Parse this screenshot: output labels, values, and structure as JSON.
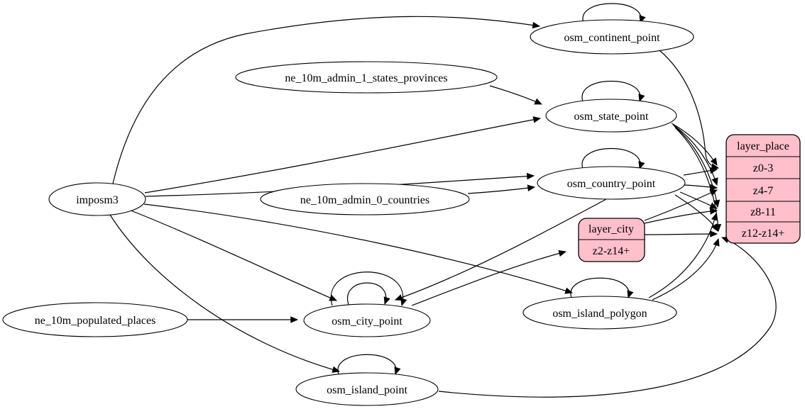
{
  "diagram": {
    "kind": "graphviz-etl-graph",
    "background": "#ffffff"
  },
  "colors": {
    "record_fill": "#ffc0cb",
    "node_fill": "#ffffff",
    "edge": "#000000",
    "text": "#000000"
  },
  "nodes": {
    "imposm3": {
      "type": "ellipse",
      "label": "imposm3"
    },
    "ne_10m_admin_1_states_provinces": {
      "type": "ellipse",
      "label": "ne_10m_admin_1_states_provinces"
    },
    "ne_10m_admin_0_countries": {
      "type": "ellipse",
      "label": "ne_10m_admin_0_countries"
    },
    "ne_10m_populated_places": {
      "type": "ellipse",
      "label": "ne_10m_populated_places"
    },
    "osm_continent_point": {
      "type": "ellipse",
      "label": "osm_continent_point"
    },
    "osm_state_point": {
      "type": "ellipse",
      "label": "osm_state_point"
    },
    "osm_country_point": {
      "type": "ellipse",
      "label": "osm_country_point"
    },
    "osm_city_point": {
      "type": "ellipse",
      "label": "osm_city_point"
    },
    "osm_island_point": {
      "type": "ellipse",
      "label": "osm_island_point"
    },
    "osm_island_polygon": {
      "type": "ellipse",
      "label": "osm_island_polygon"
    },
    "layer_city": {
      "type": "record",
      "title": "layer_city",
      "rows": [
        "z2-z14+"
      ]
    },
    "layer_place": {
      "type": "record",
      "title": "layer_place",
      "rows": [
        "z0-3",
        "z4-7",
        "z8-11",
        "z12-z14+"
      ]
    }
  },
  "edges": [
    {
      "from": "imposm3",
      "to": "osm_continent_point"
    },
    {
      "from": "imposm3",
      "to": "osm_state_point"
    },
    {
      "from": "imposm3",
      "to": "osm_country_point"
    },
    {
      "from": "imposm3",
      "to": "osm_city_point"
    },
    {
      "from": "imposm3",
      "to": "osm_island_point"
    },
    {
      "from": "imposm3",
      "to": "osm_island_polygon"
    },
    {
      "from": "ne_10m_admin_1_states_provinces",
      "to": "osm_state_point"
    },
    {
      "from": "ne_10m_admin_0_countries",
      "to": "osm_country_point"
    },
    {
      "from": "ne_10m_populated_places",
      "to": "osm_city_point"
    },
    {
      "from": "osm_country_point",
      "to": "osm_city_point"
    },
    {
      "from": "osm_city_point",
      "to": "layer_city:z2-z14+"
    },
    {
      "from": "osm_continent_point",
      "to": "osm_continent_point"
    },
    {
      "from": "osm_state_point",
      "to": "osm_state_point"
    },
    {
      "from": "osm_country_point",
      "to": "osm_country_point"
    },
    {
      "from": "osm_city_point",
      "to": "osm_city_point"
    },
    {
      "from": "osm_city_point",
      "to": "osm_city_point"
    },
    {
      "from": "osm_island_point",
      "to": "osm_island_point"
    },
    {
      "from": "osm_island_polygon",
      "to": "osm_island_polygon"
    },
    {
      "from": "osm_continent_point",
      "to": "layer_place:z0-3"
    },
    {
      "from": "osm_state_point",
      "to": "layer_place:z0-3"
    },
    {
      "from": "osm_state_point",
      "to": "layer_place:z4-7"
    },
    {
      "from": "osm_state_point",
      "to": "layer_place:z8-11"
    },
    {
      "from": "osm_state_point",
      "to": "layer_place:z12-z14+"
    },
    {
      "from": "osm_country_point",
      "to": "layer_place:z0-3"
    },
    {
      "from": "osm_country_point",
      "to": "layer_place:z4-7"
    },
    {
      "from": "osm_country_point",
      "to": "layer_place:z8-11"
    },
    {
      "from": "osm_country_point",
      "to": "layer_place:z12-z14+"
    },
    {
      "from": "layer_city",
      "to": "layer_place:z4-7"
    },
    {
      "from": "layer_city",
      "to": "layer_place:z8-11"
    },
    {
      "from": "layer_city",
      "to": "layer_place:z12-z14+"
    },
    {
      "from": "osm_island_polygon",
      "to": "layer_place:z8-11"
    },
    {
      "from": "osm_island_polygon",
      "to": "layer_place:z12-z14+"
    },
    {
      "from": "osm_island_point",
      "to": "layer_place:z12-z14+"
    }
  ]
}
